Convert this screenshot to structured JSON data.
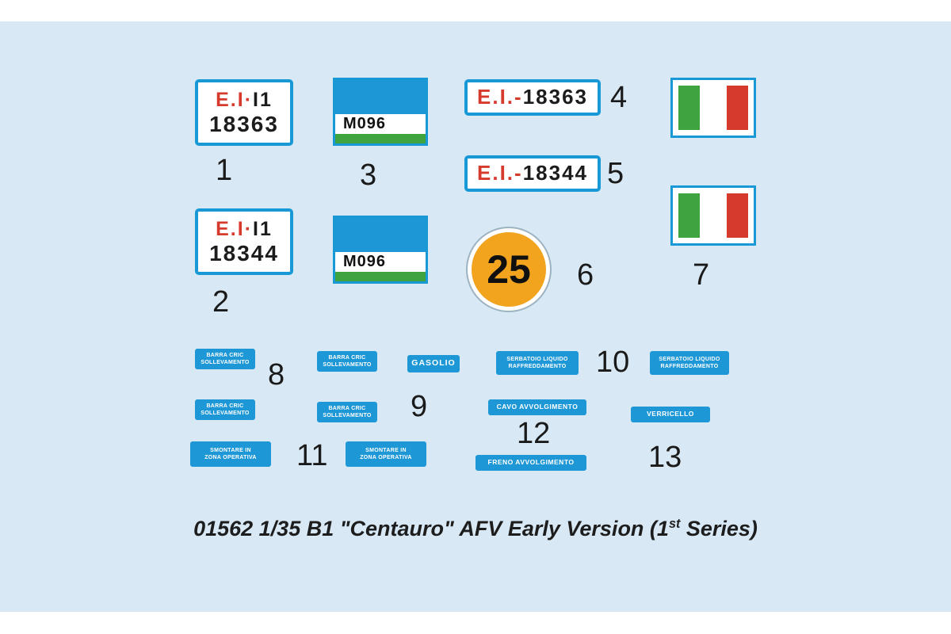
{
  "caption": {
    "main": "01562 1/35 B1 \"Centauro\" AFV Early Version (1",
    "sup": "st",
    "tail": " Series)"
  },
  "plates": {
    "p1": {
      "red": "E.I",
      "sep": "·",
      "black": "I1",
      "reg": "18363",
      "num": "1"
    },
    "p2": {
      "red": "E.I",
      "sep": "·",
      "black": "I1",
      "reg": "18344",
      "num": "2"
    },
    "p4": {
      "red": "E.I.",
      "sep": "-",
      "reg": "18363",
      "num": "4"
    },
    "p5": {
      "red": "E.I.",
      "sep": "-",
      "reg": "18344",
      "num": "5"
    }
  },
  "m096": {
    "code": "M096",
    "num": "3"
  },
  "circle": {
    "value": "25",
    "num": "6"
  },
  "flags": {
    "num": "7"
  },
  "labels": {
    "lift": {
      "line1": "BARRA CRIC",
      "line2": "SOLLEVAMENTO",
      "num": "8"
    },
    "gasolio": {
      "text": "GASOLIO",
      "num": "9"
    },
    "tank": {
      "line1": "SERBATOIO LIQUIDO",
      "line2": "RAFFREDDAMENTO",
      "num": "10"
    },
    "smontare": {
      "line1": "SMONTARE IN",
      "line2": "ZONA OPERATIVA",
      "num": "11"
    },
    "cavo": {
      "text": "CAVO AVVOLGIMENTO",
      "num": "12"
    },
    "freno": {
      "text": "FRENO AVVOLGIMENTO"
    },
    "verricello": {
      "text": "VERRICELLO",
      "num": "13"
    }
  },
  "colors": {
    "sheet_background": "#d8e9f5",
    "decal_blue": "#1e97d7",
    "border_blue": "#1899d6",
    "stencil_red": "#d63a2c",
    "flag_green": "#3fa33f",
    "circle_orange": "#f2a41f"
  }
}
